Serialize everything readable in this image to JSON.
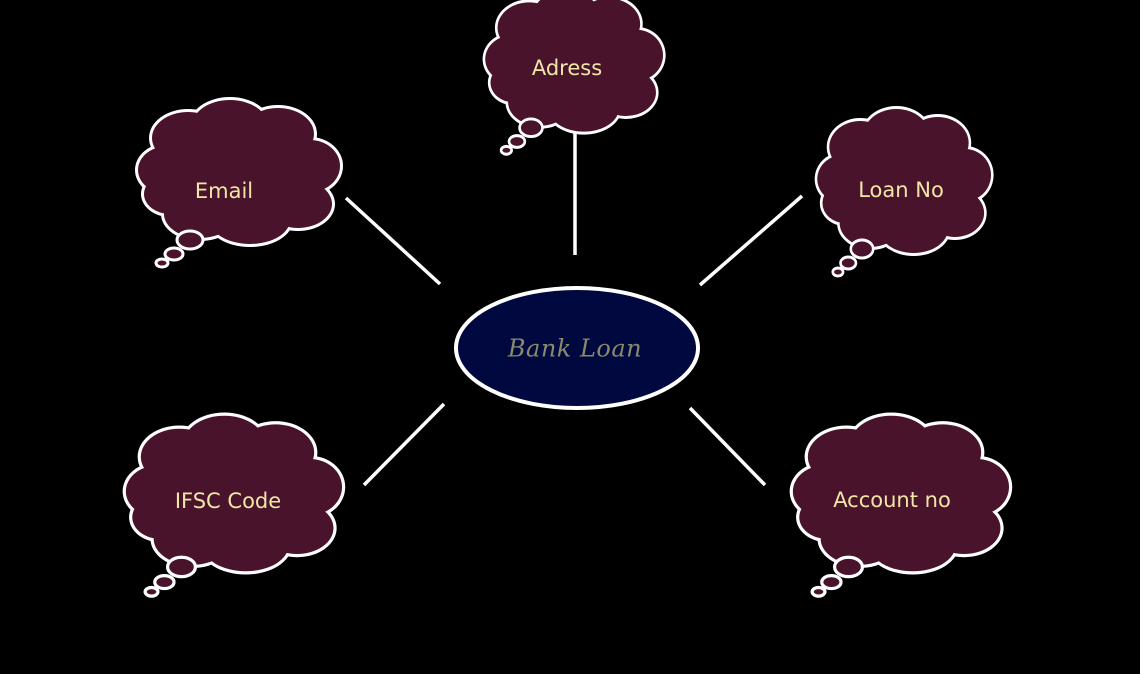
{
  "diagram": {
    "center": {
      "label": "Bank Loan",
      "fill_color": "#000840",
      "border_color": "#ffffff",
      "text_color": "#8a8a6a"
    },
    "nodes": [
      {
        "id": "address",
        "label": "Adress"
      },
      {
        "id": "email",
        "label": "Email"
      },
      {
        "id": "loan-no",
        "label": "Loan No"
      },
      {
        "id": "ifsc-code",
        "label": "IFSC Code"
      },
      {
        "id": "account-no",
        "label": "Account no"
      }
    ],
    "node_style": {
      "shape": "thought-cloud",
      "fill_color": "#4a132c",
      "border_color": "#ffffff",
      "text_color": "#f0e6a8"
    },
    "connector_color": "#ffffff",
    "background_color": "#000000"
  }
}
